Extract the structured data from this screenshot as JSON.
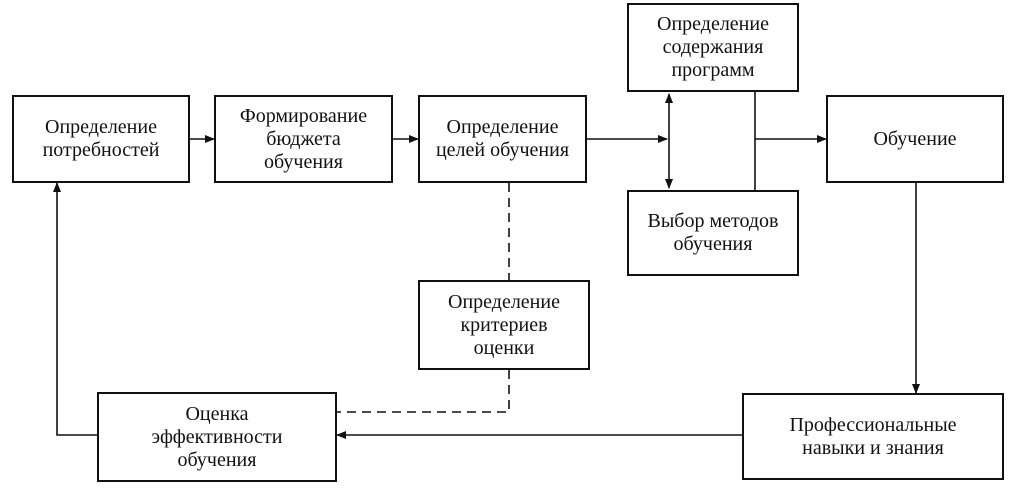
{
  "nodes": {
    "needs": "Определение\nпотребностей",
    "budget": "Формирование\nбюджета\nобучения",
    "goals": "Определение\nцелей обучения",
    "content": "Определение\nсодержания\nпрограмм",
    "methods": "Выбор методов\nобучения",
    "training": "Обучение",
    "criteria": "Определение\nкритериев\nоценки",
    "skills": "Профессиональные\nнавыки и знания",
    "evaluation": "Оценка\nэффективности\nобучения"
  },
  "colors": {
    "line": "#111111",
    "background": "#ffffff"
  }
}
